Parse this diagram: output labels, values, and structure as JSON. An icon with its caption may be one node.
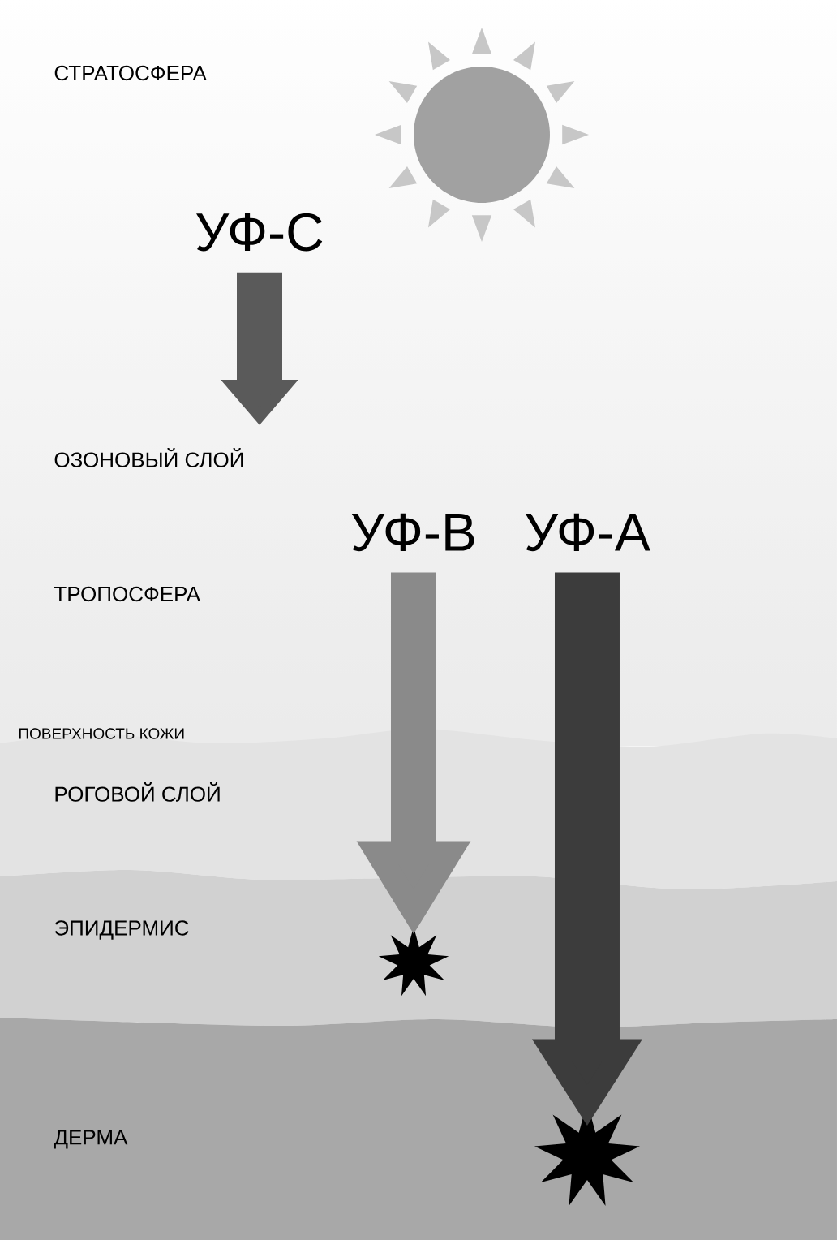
{
  "diagram": {
    "nodes": [
      {
        "text": [
          "УФ-C"
        ]
      },
      {
        "text": [
          "УФ-B"
        ]
      },
      {
        "text": [
          "УФ-A"
        ]
      },
      {
        "text": [],
        "shape": "star"
      },
      {
        "text": [],
        "shape": "star"
      }
    ],
    "edges": [
      {
        "from": 0,
        "to": null,
        "arrow": "to",
        "color": "#5a5a5a"
      },
      {
        "from": 1,
        "to": 3,
        "arrow": "to",
        "color": "#8a8a8a"
      },
      {
        "from": 2,
        "to": 4,
        "arrow": "to",
        "color": "#3c3c3c"
      }
    ],
    "labels": [
      "СТРАТОСФЕРА",
      "ОЗОНОВЫЙ СЛОЙ",
      "ТРОПОСФЕРА",
      "ПОВЕРХНОСТЬ КОЖИ",
      "РОГОВОЙ СЛОЙ",
      "ЭПИДЕРМИС",
      "ДЕРМА"
    ]
  }
}
